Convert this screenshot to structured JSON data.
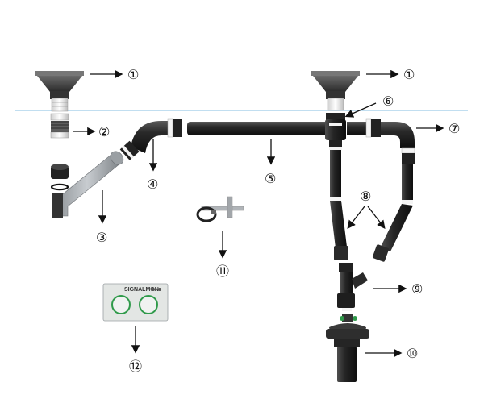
{
  "diagram": {
    "callouts": {
      "c1_left": "①",
      "c1_right": "①",
      "c2": "②",
      "c3": "③",
      "c4": "④",
      "c5": "⑤",
      "c6": "⑥",
      "c7": "⑦",
      "c8": "⑧",
      "c9": "⑨",
      "c10": "⑩",
      "c11": "⑪",
      "c12": "⑫"
    },
    "brand": "SIGNALMON"
  },
  "colors": {
    "pipe": "#1e1e1e",
    "pipe_highlight": "#4a4a4a",
    "fitting_white": "#f2f2f2",
    "waterline": "#9cc9e8",
    "panel_bg": "#e3e6e4",
    "ring_green": "#2f9a4a"
  }
}
